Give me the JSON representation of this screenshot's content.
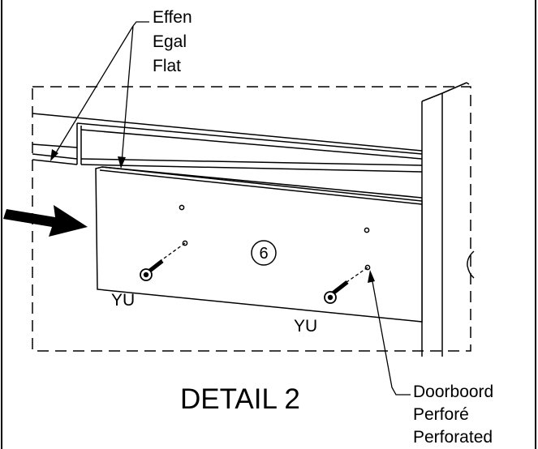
{
  "callouts": {
    "flat": [
      "Effen",
      "Egal",
      "Flat"
    ],
    "perforated": [
      "Doorboord",
      "Perforé",
      "Perforated"
    ]
  },
  "part_number": "6",
  "screw_labels": [
    "YU",
    "YU"
  ],
  "detail_title": "DETAIL 2",
  "colors": {
    "ink": "#000000",
    "paper": "#ffffff"
  },
  "icons": {
    "direction": "arrow-right-icon",
    "fastener": "screw-icon"
  }
}
